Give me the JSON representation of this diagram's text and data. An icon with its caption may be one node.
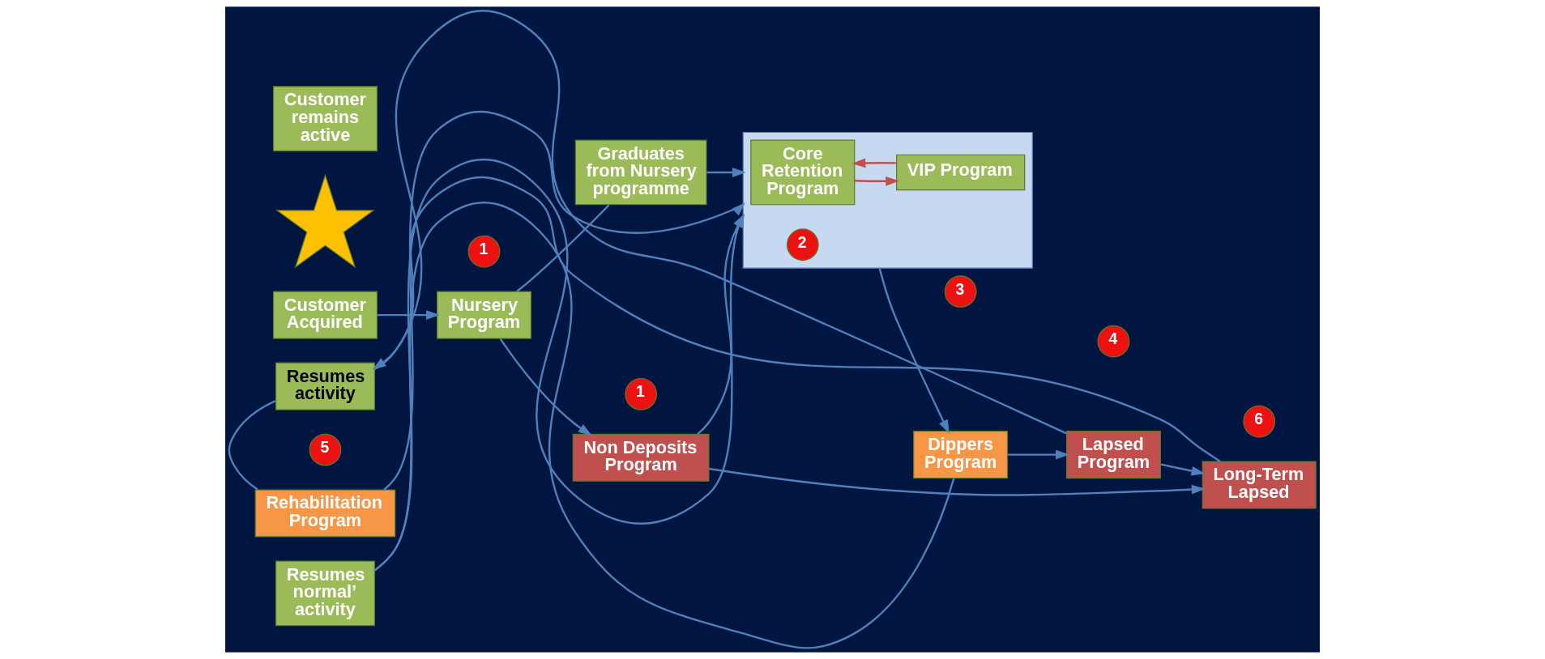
{
  "diagram": {
    "nodes": [
      {
        "text": [],
        "shape": "star"
      },
      {
        "text": [
          "Customer Acquired"
        ]
      },
      {
        "text": [
          "1"
        ]
      },
      {
        "text": [
          "Nursery Program"
        ]
      },
      {
        "text": [
          "Graduates from Nursery programme"
        ]
      },
      {
        "text": [],
        "shape": "box"
      },
      {
        "text": [
          "Customer remains active"
        ]
      },
      {
        "text": [
          "Core Retention Program"
        ],
        "in": 5
      },
      {
        "text": [
          "2"
        ],
        "in": 5
      },
      {
        "text": [
          "VIP Program"
        ],
        "in": 5
      },
      {
        "text": [
          "Resumes normal’ activity"
        ]
      },
      {
        "text": [
          "3"
        ]
      },
      {
        "text": [
          "Dippers Program"
        ]
      },
      {
        "text": [
          "4"
        ]
      },
      {
        "text": [
          "Lapsed Program"
        ]
      },
      {
        "text": [
          "6"
        ]
      },
      {
        "text": [
          "Long-Term Lapsed"
        ]
      },
      {
        "text": [
          "5"
        ]
      },
      {
        "text": [
          "Rehabilitation Program"
        ]
      },
      {
        "text": [
          "Resumes activity"
        ]
      },
      {
        "text": [
          "1"
        ]
      },
      {
        "text": [
          "Non Deposits Program"
        ]
      }
    ],
    "edges": [
      {
        "from": 1,
        "to": 3,
        "arrow": "to"
      },
      {
        "from": 3,
        "to": 4,
        "arrow": "none"
      },
      {
        "from": 4,
        "to": 5,
        "arrow": "to"
      },
      {
        "from": 5,
        "to": 12,
        "arrow": "to"
      },
      {
        "from": 12,
        "to": 10,
        "arrow": "none"
      },
      {
        "from": 10,
        "to": 5,
        "arrow": "to"
      },
      {
        "from": 12,
        "to": 14,
        "arrow": "to"
      },
      {
        "from": 14,
        "to": 16,
        "arrow": "to"
      },
      {
        "from": 7,
        "to": 9,
        "arrow": "to",
        "color": "#c0504d"
      },
      {
        "from": 9,
        "to": 7,
        "arrow": "to",
        "color": "#c0504d"
      },
      {
        "from": 14,
        "to": 19,
        "arrow": "none"
      },
      {
        "from": 16,
        "to": 19,
        "arrow": "to"
      },
      {
        "from": 19,
        "to": 18,
        "arrow": "none"
      },
      {
        "from": 18,
        "to": 5,
        "arrow": "to"
      },
      {
        "from": 3,
        "to": 21,
        "arrow": "to"
      },
      {
        "from": 21,
        "to": 5,
        "arrow": "to"
      },
      {
        "from": 21,
        "to": 16,
        "arrow": "to"
      }
    ]
  }
}
